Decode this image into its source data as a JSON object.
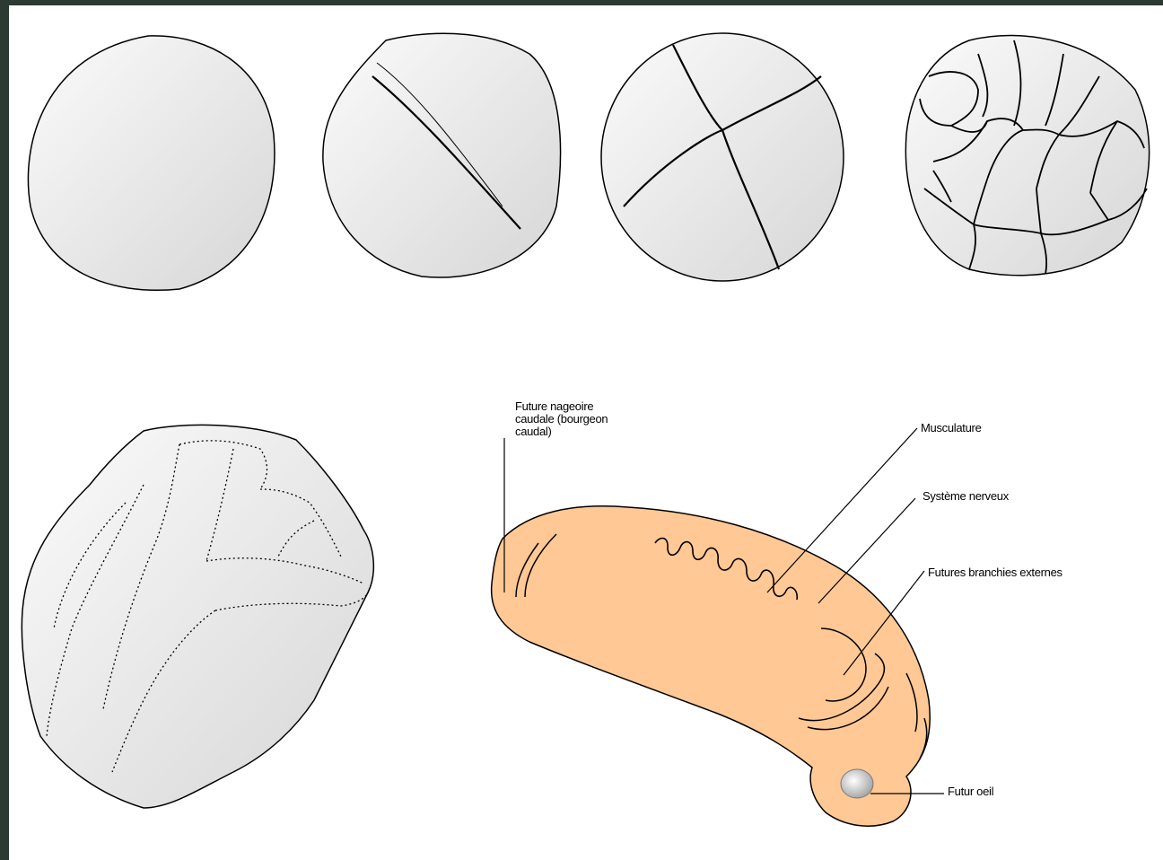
{
  "labels": {
    "tail_bud": [
      "Future nageoire",
      "caudale (bourgeon",
      "caudal)"
    ],
    "musculature": "Musculature",
    "nervous_system": "Système nerveux",
    "external_gills": "Futures branchies externes",
    "future_eye": "Futur oeil"
  },
  "colors": {
    "background_border": "#2b3a33",
    "cell_fill": "#e6e6e6",
    "embryo_fill": "#ffc895",
    "outline": "#000000"
  }
}
